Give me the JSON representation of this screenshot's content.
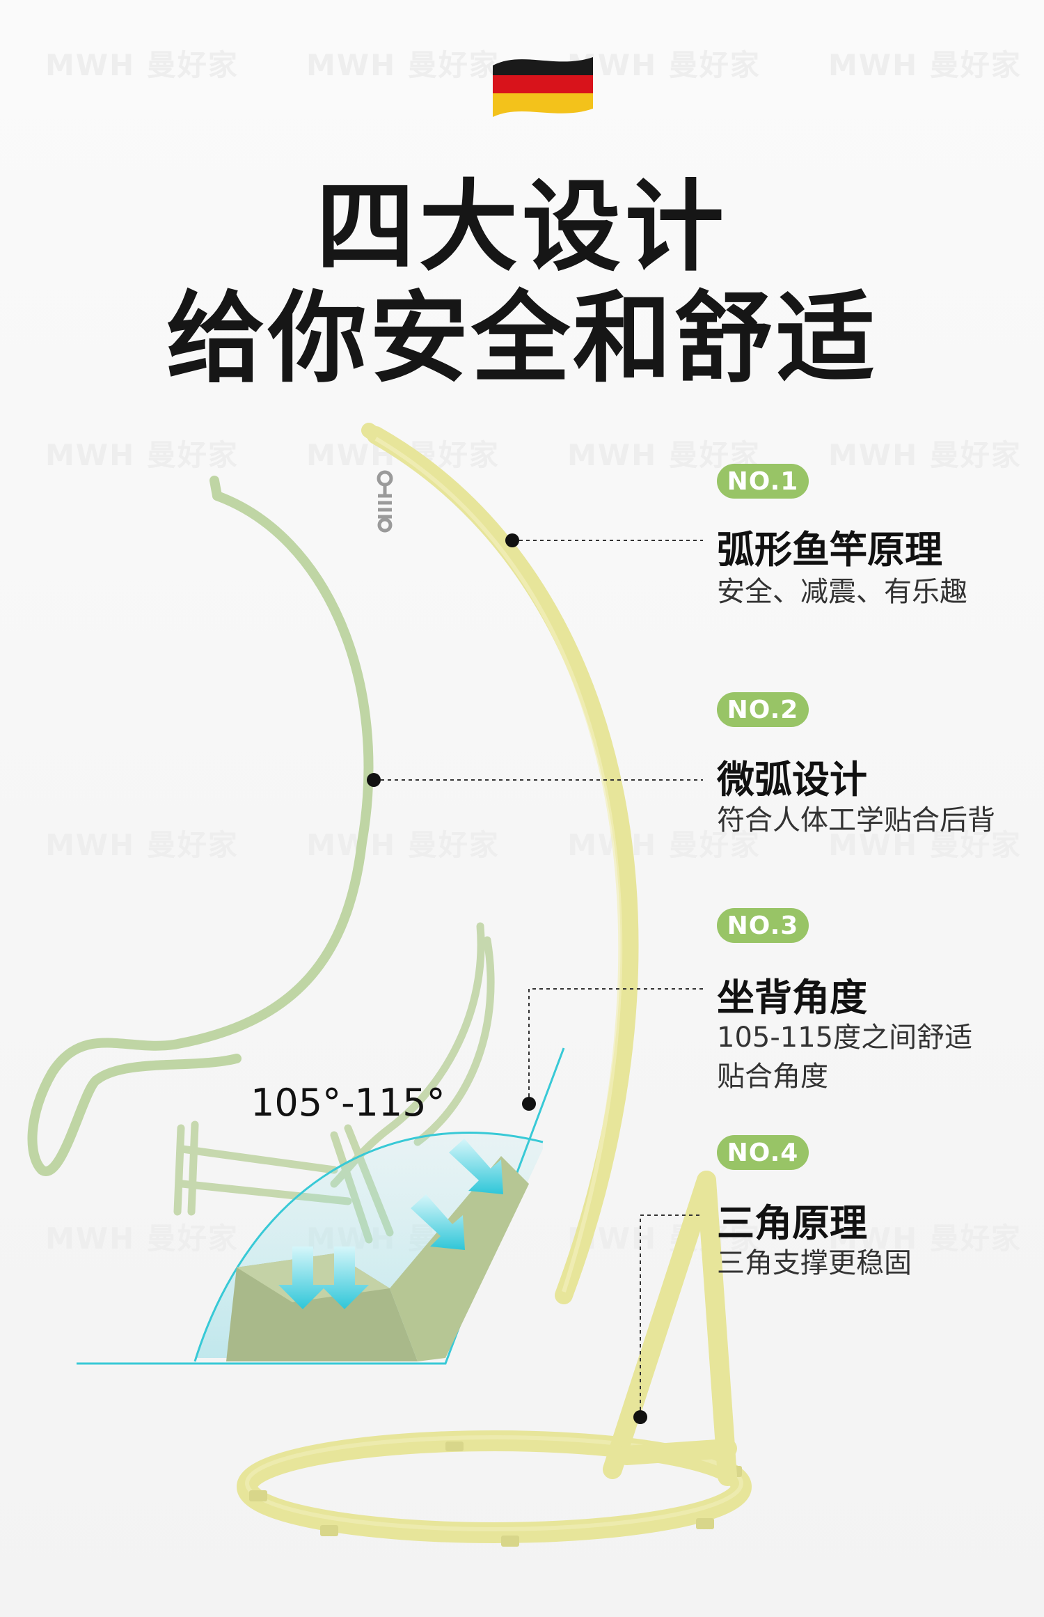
{
  "watermark_text": "MWH 曼好家",
  "flag_icon": "germany-flag-icon",
  "headline": {
    "line1": "四大设计",
    "line2": "给你安全和舒适"
  },
  "angle_label": "105°-115°",
  "features": [
    {
      "badge": "NO.1",
      "title": "弧形鱼竿原理",
      "desc": "安全、减震、有乐趣"
    },
    {
      "badge": "NO.2",
      "title": "微弧设计",
      "desc": "符合人体工学贴合后背"
    },
    {
      "badge": "NO.3",
      "title": "坐背角度",
      "desc_line1": "105-115度之间舒适",
      "desc_line2": "贴合角度"
    },
    {
      "badge": "NO.4",
      "title": "三角原理",
      "desc": "三角支撑更稳固"
    }
  ],
  "colors": {
    "stand_yellow": "#e7e59a",
    "cage_green": "#bfd5a4",
    "badge_green": "#98c466",
    "accent_cyan": "#38c9d6"
  }
}
